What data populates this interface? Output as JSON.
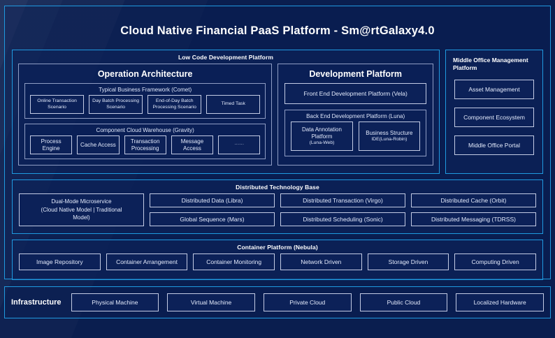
{
  "title": "Cloud Native Financial PaaS Platform - Sm@rtGalaxy4.0",
  "low_code": {
    "title": "Low Code Development Platform",
    "operation_architecture": {
      "heading": "Operation Architecture",
      "business_framework": {
        "title": "Typical Business Framework (Comet)",
        "items": [
          "Online Transaction Scenario",
          "Day Batch Processing Scenario",
          "End-of-Day Batch Processing Scenario",
          "Timed Task"
        ]
      },
      "component_warehouse": {
        "title": "Component Cloud Warehouse (Gravity)",
        "items": [
          "Process Engine",
          "Cache Access",
          "Transaction Processing",
          "Message Access",
          "······"
        ]
      }
    },
    "development_platform": {
      "heading": "Development Platform",
      "front_end": "Front End Development Platform (Vela)",
      "back_end": {
        "title": "Back End Development Platform (Luna)",
        "items": [
          {
            "main": "Data Annotation Platform",
            "sub": "(Luna-Web)"
          },
          {
            "main": "Business Structure",
            "sub": "IDE(Luna-Robin)"
          }
        ]
      }
    }
  },
  "middle_office": {
    "title": "Middle Office Management Platform",
    "items": [
      "Asset Management",
      "Component Ecosystem",
      "Middle Office Portal"
    ]
  },
  "distributed_technology_base": {
    "title": "Distributed Technology Base",
    "wide_item": {
      "line1": "Dual-Mode Microservice",
      "line2": "(Cloud Native Model | Traditional",
      "line3": "Model)"
    },
    "columns": [
      [
        "Distributed Data (Libra)",
        "Global Sequence (Mars)"
      ],
      [
        "Distributed Transaction (Virgo)",
        "Distributed Scheduling (Sonic)"
      ],
      [
        "Distributed Cache (Orbit)",
        "Distributed Messaging (TDRSS)"
      ]
    ]
  },
  "container_platform": {
    "title": "Container Platform (Nebula)",
    "items": [
      "Image Repository",
      "Container Arrangement",
      "Container Monitoring",
      "Network Driven",
      "Storage Driven",
      "Computing Driven"
    ]
  },
  "infrastructure": {
    "label": "Infrastructure",
    "items": [
      "Physical Machine",
      "Virtual Machine",
      "Private Cloud",
      "Public Cloud",
      "Localized Hardware"
    ]
  },
  "colors": {
    "background": "#0a1e4f",
    "accent_border": "#1f9ae0",
    "box_border": "#c3cbe4",
    "subpanel_border": "#8f9dc4",
    "text": "#e4ebfc",
    "title_text": "#ffffff"
  }
}
